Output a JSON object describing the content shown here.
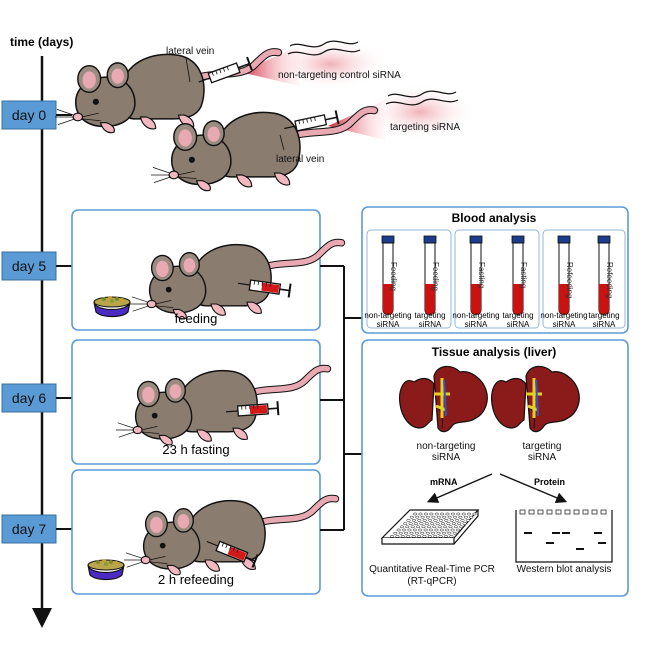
{
  "timeline": {
    "axis_label": "time (days)",
    "days": [
      "day 0",
      "day 5",
      "day 6",
      "day 7"
    ]
  },
  "injection": {
    "lateral_vein_top": "lateral vein",
    "lateral_vein_bottom": "lateral vein",
    "control_label": "non-targeting control siRNA",
    "targeting_label": "targeting siRNA"
  },
  "conditions": {
    "feeding": "feeding",
    "fasting": "23 h fasting",
    "refeeding": "2 h refeeding"
  },
  "blood_analysis": {
    "title": "Blood analysis",
    "tube_labels": [
      "Feeding",
      "Feeding",
      "Fasting",
      "Fasting",
      "Refeeding",
      "Refeeding"
    ],
    "captions": [
      [
        "non-targeting",
        "siRNA"
      ],
      [
        "targeting",
        "siRNA"
      ],
      [
        "non-targeting",
        "siRNA"
      ],
      [
        "targeting",
        "siRNA"
      ],
      [
        "non-targeting",
        "siRNA"
      ],
      [
        "targeting",
        "siRNA"
      ]
    ]
  },
  "tissue_analysis": {
    "title": "Tissue analysis (liver)",
    "liver_left": [
      "non-targeting",
      "siRNA"
    ],
    "liver_right": [
      "targeting",
      "siRNA"
    ],
    "mrna_label": "mRNA",
    "protein_label": "Protein",
    "qpcr_label": [
      "Quantitative Real-Time PCR",
      "(RT-qPCR)"
    ],
    "western_label": "Western blot analysis"
  },
  "colors": {
    "day_box": "#5b9bd5",
    "panel_border": "#5b9bd5",
    "blood": "#cc1111",
    "liver": "#8b1a1a",
    "mouse": "#8a7d70",
    "food_bowl": "#4b2bc4"
  }
}
